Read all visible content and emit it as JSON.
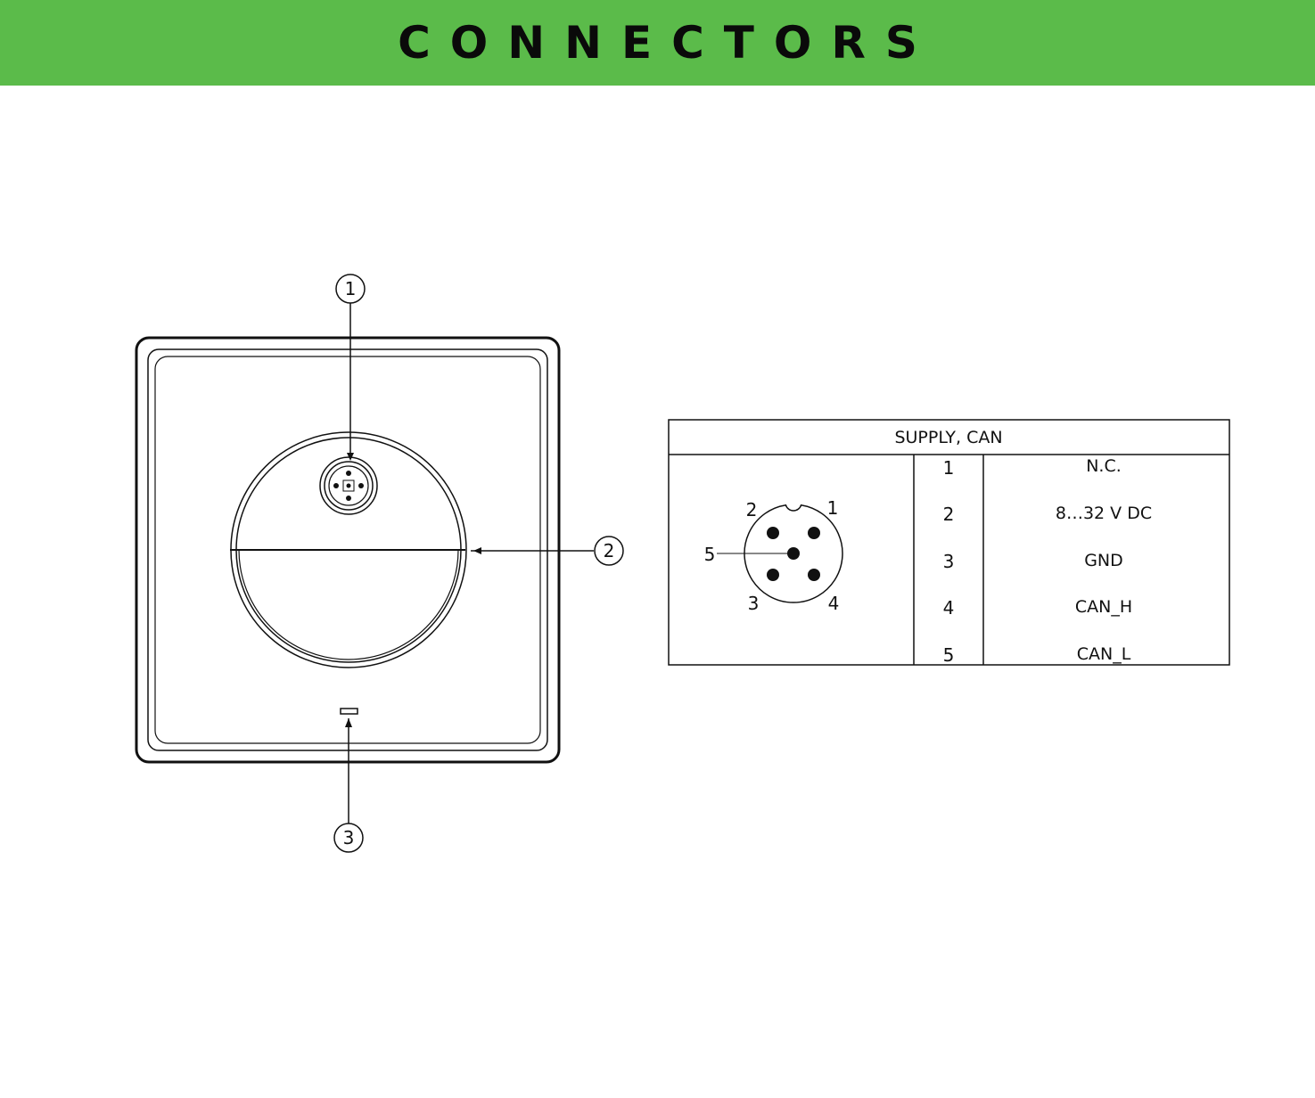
{
  "colors": {
    "header_bg": "#5bbb4a",
    "title": "#0a0a0a",
    "line": "#111111"
  },
  "header": {
    "title": "CONNECTORS"
  },
  "device_view": {
    "callouts": [
      "1",
      "2",
      "3"
    ]
  },
  "pin_diagram": {
    "labels": {
      "p1": "1",
      "p2": "2",
      "p3": "3",
      "p4": "4",
      "p5": "5"
    }
  },
  "pin_table": {
    "title": "SUPPLY, CAN",
    "rows": [
      {
        "pin": "1",
        "signal": "N.C."
      },
      {
        "pin": "2",
        "signal": "8…32 V DC"
      },
      {
        "pin": "3",
        "signal": "GND"
      },
      {
        "pin": "4",
        "signal": "CAN_H"
      },
      {
        "pin": "5",
        "signal": "CAN_L"
      }
    ]
  }
}
